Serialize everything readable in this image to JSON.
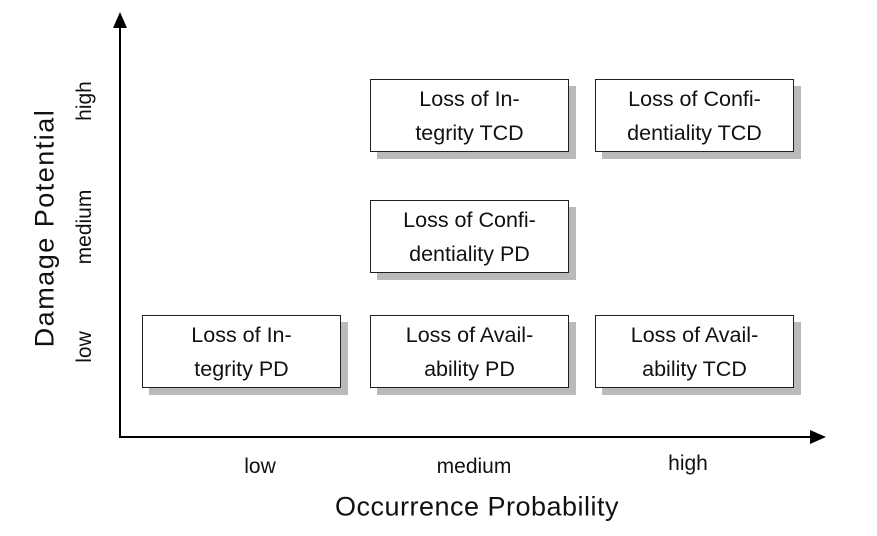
{
  "figure": {
    "background": "#ffffff",
    "axis_color": "#000000",
    "text_color": "#111111",
    "box_fill": "#ffffff",
    "box_border": "#1f1f1f",
    "box_shadow": "#bababa"
  },
  "axes": {
    "x": {
      "title": "Occurrence Probability",
      "ticks": [
        "low",
        "medium",
        "high"
      ]
    },
    "y": {
      "title": "Damage Potential",
      "ticks": [
        "low",
        "medium",
        "high"
      ]
    }
  },
  "nodes": [
    {
      "id": "loss-of-integrity-tcd",
      "lines": [
        "Loss of In-",
        "tegrity TCD"
      ],
      "x": "medium",
      "y": "high"
    },
    {
      "id": "loss-of-confidentiality-tcd",
      "lines": [
        "Loss of Confi-",
        "dentiality TCD"
      ],
      "x": "high",
      "y": "high"
    },
    {
      "id": "loss-of-confidentiality-pd",
      "lines": [
        "Loss of Confi-",
        "dentiality PD"
      ],
      "x": "medium",
      "y": "medium"
    },
    {
      "id": "loss-of-integrity-pd",
      "lines": [
        "Loss of In-",
        "tegrity PD"
      ],
      "x": "low",
      "y": "low"
    },
    {
      "id": "loss-of-availability-pd",
      "lines": [
        "Loss of Avail-",
        "ability PD"
      ],
      "x": "medium",
      "y": "low"
    },
    {
      "id": "loss-of-availability-tcd",
      "lines": [
        "Loss of Avail-",
        "ability TCD"
      ],
      "x": "high",
      "y": "low"
    }
  ],
  "chart_data": {
    "type": "scatter",
    "title": "",
    "xlabel": "Occurrence Probability",
    "ylabel": "Damage Potential",
    "x_categories": [
      "low",
      "medium",
      "high"
    ],
    "y_categories": [
      "low",
      "medium",
      "high"
    ],
    "grid": false,
    "legend": false,
    "points": [
      {
        "label": "Loss of Integrity TCD",
        "x": "medium",
        "y": "high"
      },
      {
        "label": "Loss of Confidentiality TCD",
        "x": "high",
        "y": "high"
      },
      {
        "label": "Loss of Confidentiality PD",
        "x": "medium",
        "y": "medium"
      },
      {
        "label": "Loss of Integrity PD",
        "x": "low",
        "y": "low"
      },
      {
        "label": "Loss of Availability PD",
        "x": "medium",
        "y": "low"
      },
      {
        "label": "Loss of Availability TCD",
        "x": "high",
        "y": "low"
      }
    ]
  }
}
